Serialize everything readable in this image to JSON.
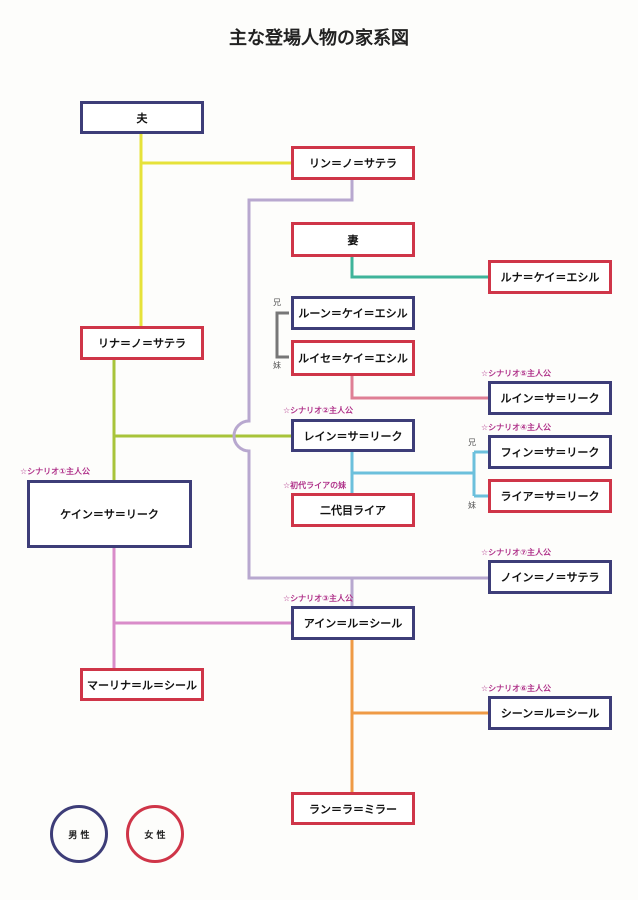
{
  "title": "主な登場人物の家系図",
  "colors": {
    "male_border": "#3d3d78",
    "female_border": "#cf3548",
    "tag_text": "#b0338a"
  },
  "people": {
    "husband": "夫",
    "rin": "リン＝ノ＝サテラ",
    "wife": "妻",
    "runa": "ルナ＝ケイ＝エシル",
    "ruun": "ルーン＝ケイ＝エシル",
    "luise": "ルイセ＝ケイ＝エシル",
    "rina": "リナ＝ノ＝サテラ",
    "ruin": "ルイン＝サ＝リーク",
    "rein": "レイン＝サ＝リーク",
    "fin": "フィン＝サ＝リーク",
    "kein": "ケイン＝サ＝リーク",
    "raia": "ライア＝サ＝リーク",
    "nidaime": "二代目ライア",
    "noin": "ノイン＝ノ＝サテラ",
    "ain": "アイン＝ル＝シール",
    "marina": "マーリナ＝ル＝シール",
    "shiin": "シーン＝ル＝シール",
    "ran": "ラン＝ラ＝ミラー"
  },
  "tags": {
    "kein": "☆シナリオ①主人公",
    "rein": "☆シナリオ②主人公",
    "ruin": "☆シナリオ⑤主人公",
    "fin": "☆シナリオ④主人公",
    "nidaime": "☆初代ライアの妹",
    "noin": "☆シナリオ⑦主人公",
    "ain": "☆シナリオ③主人公",
    "shiin": "☆シナリオ⑥主人公"
  },
  "sibling_labels": {
    "elder_brother": "兄",
    "younger_sister": "妹"
  },
  "legend": {
    "male": "男 性",
    "female": "女 性"
  }
}
